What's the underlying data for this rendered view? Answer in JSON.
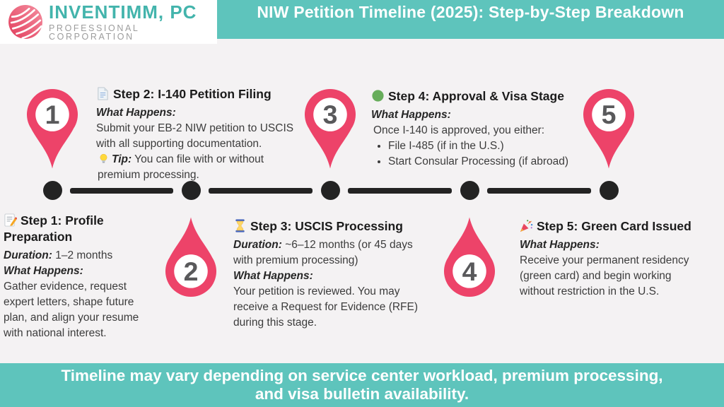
{
  "header": {
    "logo": {
      "name": "INVENTIMM, PC",
      "tagline": "PROFESSIONAL CORPORATION",
      "icon": "swirl-logo-icon"
    },
    "title_lines": [
      "NIW Petition Timeline (2025): Step-by-Step",
      "Breakdown"
    ]
  },
  "footer": {
    "lines": [
      "Timeline may vary depending on service center workload, premium processing,",
      "and visa bulletin availability."
    ]
  },
  "colors": {
    "teal": "#5EC4BC",
    "pin_pink": "#ED4369",
    "timeline_black": "#232323",
    "number_gray": "#59595B",
    "green_dot": "#67AD5B"
  },
  "timeline": {
    "markers": [
      {
        "number": "1"
      },
      {
        "number": "2"
      },
      {
        "number": "3"
      },
      {
        "number": "4"
      },
      {
        "number": "5"
      }
    ]
  },
  "steps": [
    {
      "icon": "memo-icon",
      "title": "Step 1: Profile Preparation",
      "duration_label": "Duration:",
      "duration_lines": [
        "1–2 months"
      ],
      "what_happens_label": "What Happens:",
      "body_lines": [
        "Gather evidence, request",
        "expert letters, shape future",
        "plan, and align your resume",
        "with national interest."
      ]
    },
    {
      "icon": "document-icon",
      "title": "Step 2: I-140 Petition Filing",
      "what_happens_label": "What Happens:",
      "body_lines": [
        "Submit your EB-2 NIW petition to USCIS",
        "with all supporting documentation."
      ],
      "tip_icon": "lightbulb-icon",
      "tip_label": "Tip:",
      "tip_lines": [
        "You can file with or without",
        "premium processing."
      ]
    },
    {
      "icon": "hourglass-icon",
      "title": "Step 3: USCIS Processing",
      "duration_label": "Duration:",
      "duration_lines": [
        "~6–12 months (or 45 days",
        "with premium processing)"
      ],
      "what_happens_label": "What Happens:",
      "body_lines": [
        "Your petition is reviewed. You may",
        "receive a Request for Evidence (RFE)",
        "during this stage."
      ]
    },
    {
      "icon": "green-circle-icon",
      "title": "Step 4: Approval & Visa Stage",
      "what_happens_label": "What Happens:",
      "intro": "Once I-140 is approved, you either:",
      "bullets": [
        "File I-485 (if in the U.S.)",
        "Start Consular Processing (if abroad)"
      ]
    },
    {
      "icon": "party-popper-icon",
      "title": "Step 5: Green Card Issued",
      "what_happens_label": "What Happens:",
      "body_lines": [
        "Receive your permanent residency",
        "(green card) and begin working",
        "without restriction in the U.S."
      ]
    }
  ]
}
